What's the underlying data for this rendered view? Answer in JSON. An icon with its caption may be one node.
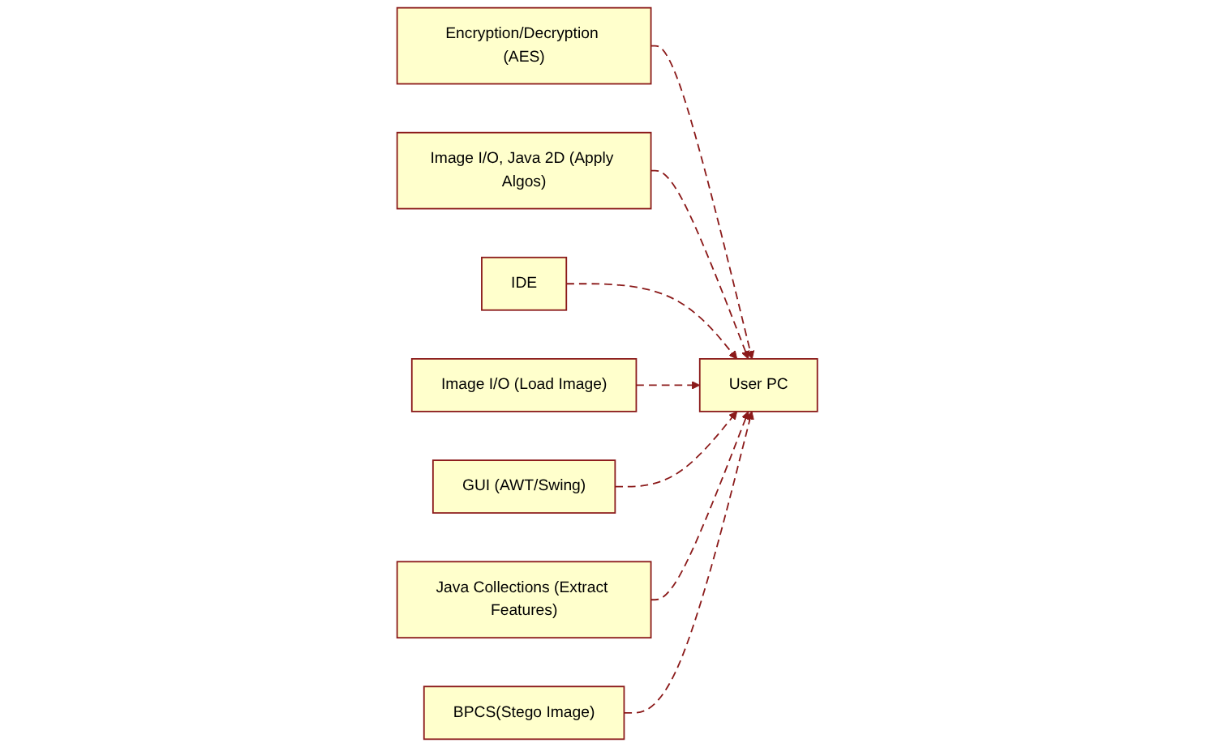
{
  "diagram": {
    "nodes": [
      {
        "text": [
          "Encryption/Decryption (AES)"
        ]
      },
      {
        "text": [
          "Image I/O, Java 2D (Apply Algos)"
        ]
      },
      {
        "text": [
          "User PC"
        ]
      },
      {
        "text": [
          "IDE"
        ]
      },
      {
        "text": [
          "Image I/O (Load Image)"
        ]
      },
      {
        "text": [
          "GUI (AWT/Swing)"
        ]
      },
      {
        "text": [
          "Java Collections (Extract Features)"
        ]
      },
      {
        "text": [
          "BPCS(Stego Image)"
        ]
      }
    ],
    "edges": [
      {
        "from": 0,
        "to": 2,
        "arrow": "to",
        "style": "dashed"
      },
      {
        "from": 1,
        "to": 2,
        "arrow": "to",
        "style": "dashed"
      },
      {
        "from": 3,
        "to": 2,
        "arrow": "to",
        "style": "dashed"
      },
      {
        "from": 4,
        "to": 2,
        "arrow": "to",
        "style": "dashed"
      },
      {
        "from": 5,
        "to": 2,
        "arrow": "to",
        "style": "dashed"
      },
      {
        "from": 6,
        "to": 2,
        "arrow": "to",
        "style": "dashed"
      },
      {
        "from": 7,
        "to": 2,
        "arrow": "to",
        "style": "dashed"
      }
    ]
  }
}
